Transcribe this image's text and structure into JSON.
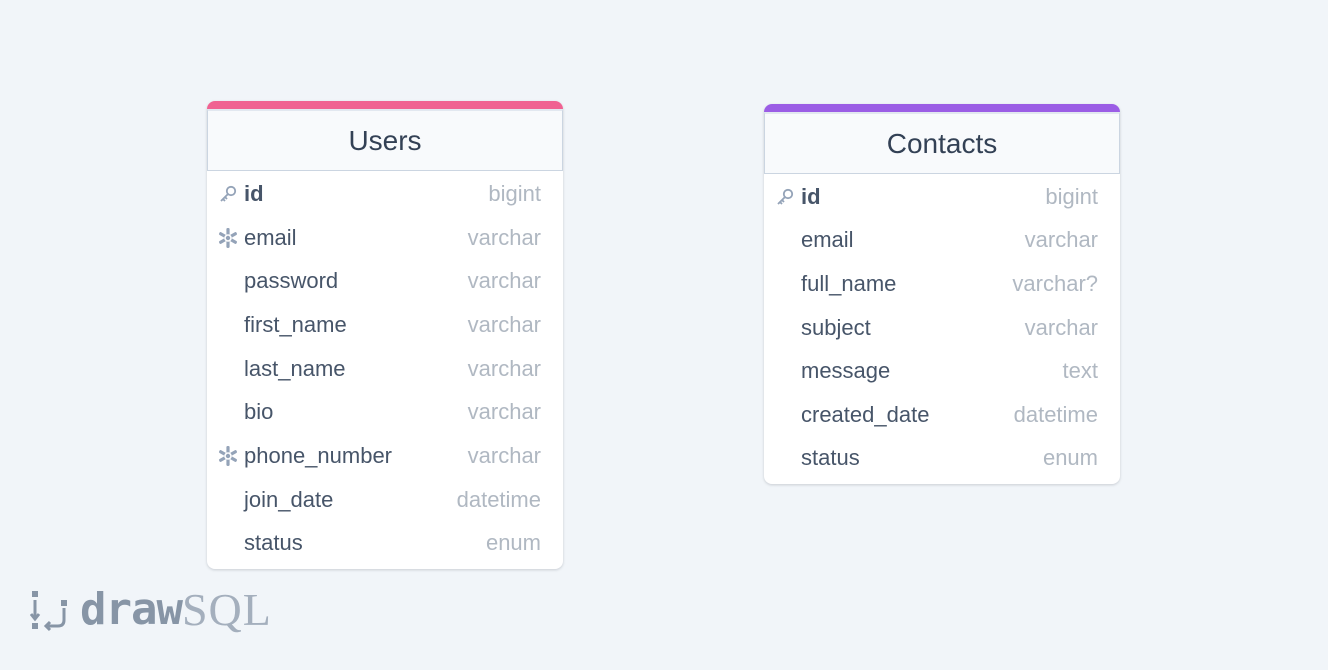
{
  "tables": [
    {
      "name": "Users",
      "accent_color": "#f06292",
      "columns": [
        {
          "name": "id",
          "type": "bigint",
          "icon": "key-icon",
          "pk": true
        },
        {
          "name": "email",
          "type": "varchar",
          "icon": "snowflake-icon",
          "pk": false
        },
        {
          "name": "password",
          "type": "varchar",
          "icon": "",
          "pk": false
        },
        {
          "name": "first_name",
          "type": "varchar",
          "icon": "",
          "pk": false
        },
        {
          "name": "last_name",
          "type": "varchar",
          "icon": "",
          "pk": false
        },
        {
          "name": "bio",
          "type": "varchar",
          "icon": "",
          "pk": false
        },
        {
          "name": "phone_number",
          "type": "varchar",
          "icon": "snowflake-icon",
          "pk": false
        },
        {
          "name": "join_date",
          "type": "datetime",
          "icon": "",
          "pk": false
        },
        {
          "name": "status",
          "type": "enum",
          "icon": "",
          "pk": false
        }
      ]
    },
    {
      "name": "Contacts",
      "accent_color": "#9b5de5",
      "columns": [
        {
          "name": "id",
          "type": "bigint",
          "icon": "key-icon",
          "pk": true
        },
        {
          "name": "email",
          "type": "varchar",
          "icon": "",
          "pk": false
        },
        {
          "name": "full_name",
          "type": "varchar?",
          "icon": "",
          "pk": false
        },
        {
          "name": "subject",
          "type": "varchar",
          "icon": "",
          "pk": false
        },
        {
          "name": "message",
          "type": "text",
          "icon": "",
          "pk": false
        },
        {
          "name": "created_date",
          "type": "datetime",
          "icon": "",
          "pk": false
        },
        {
          "name": "status",
          "type": "enum",
          "icon": "",
          "pk": false
        }
      ]
    }
  ],
  "logo": {
    "bold_text": "draw",
    "light_text": "SQL",
    "icon": "drawsql-logo-icon"
  }
}
